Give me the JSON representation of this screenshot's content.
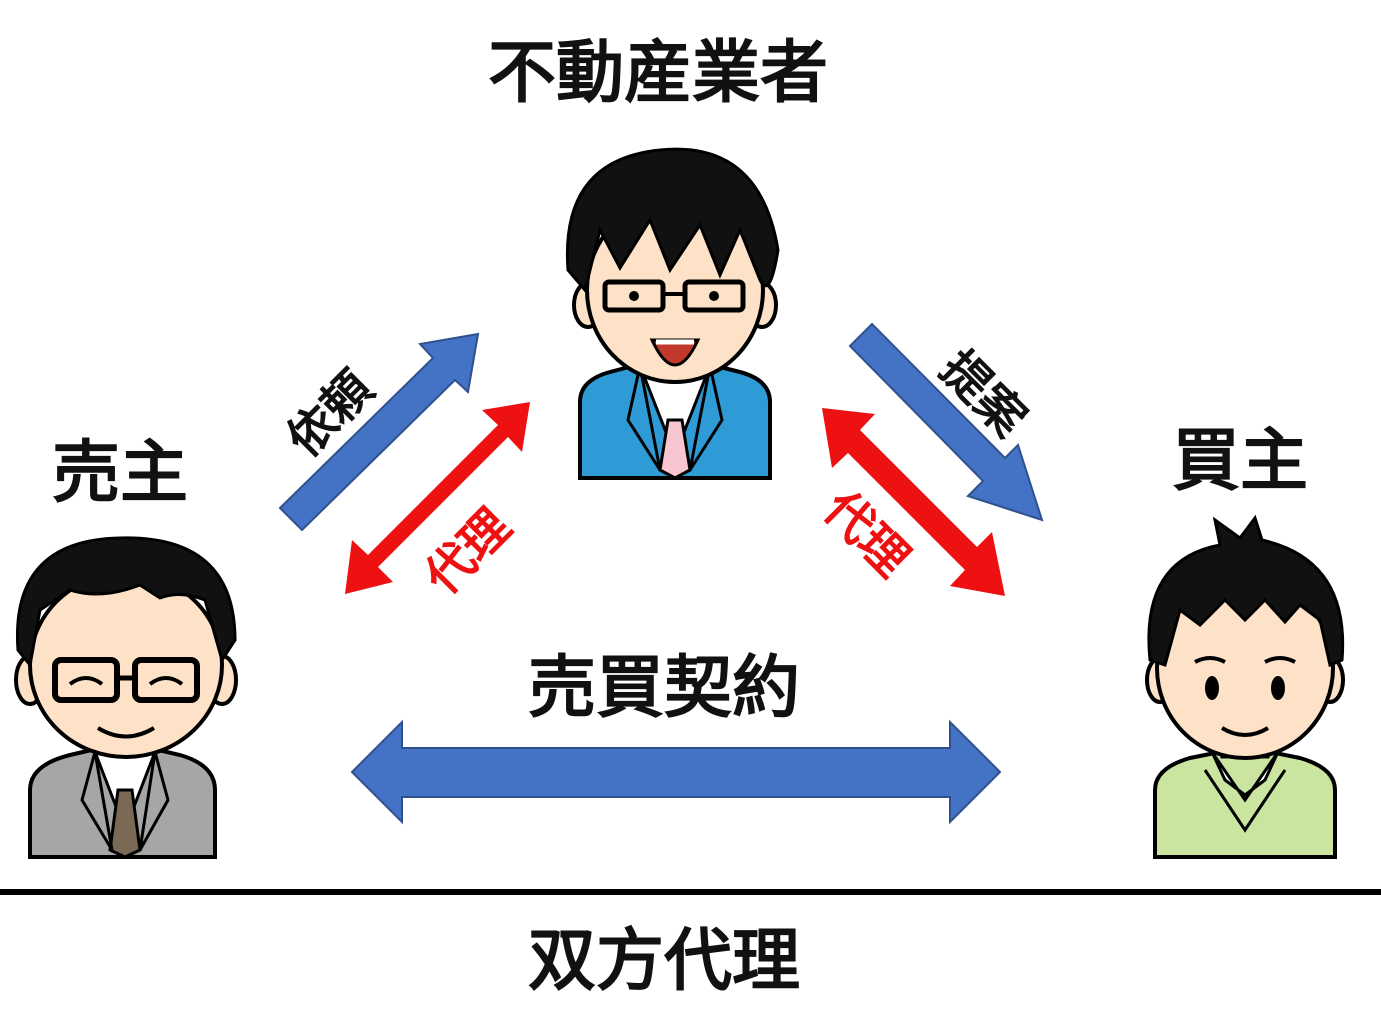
{
  "labels": {
    "agent": "不動産業者",
    "seller": "売主",
    "buyer": "買主",
    "contract": "売買契約",
    "request": "依頼",
    "proposal": "提案",
    "agency_left": "代理",
    "agency_right": "代理",
    "footer": "双方代理"
  },
  "colors": {
    "blue_arrow": "#4472c4",
    "red_arrow": "#ee1111",
    "agent_suit": "#2f9bd6",
    "seller_suit": "#a6a6a6",
    "buyer_sweater": "#c9e5a0"
  }
}
